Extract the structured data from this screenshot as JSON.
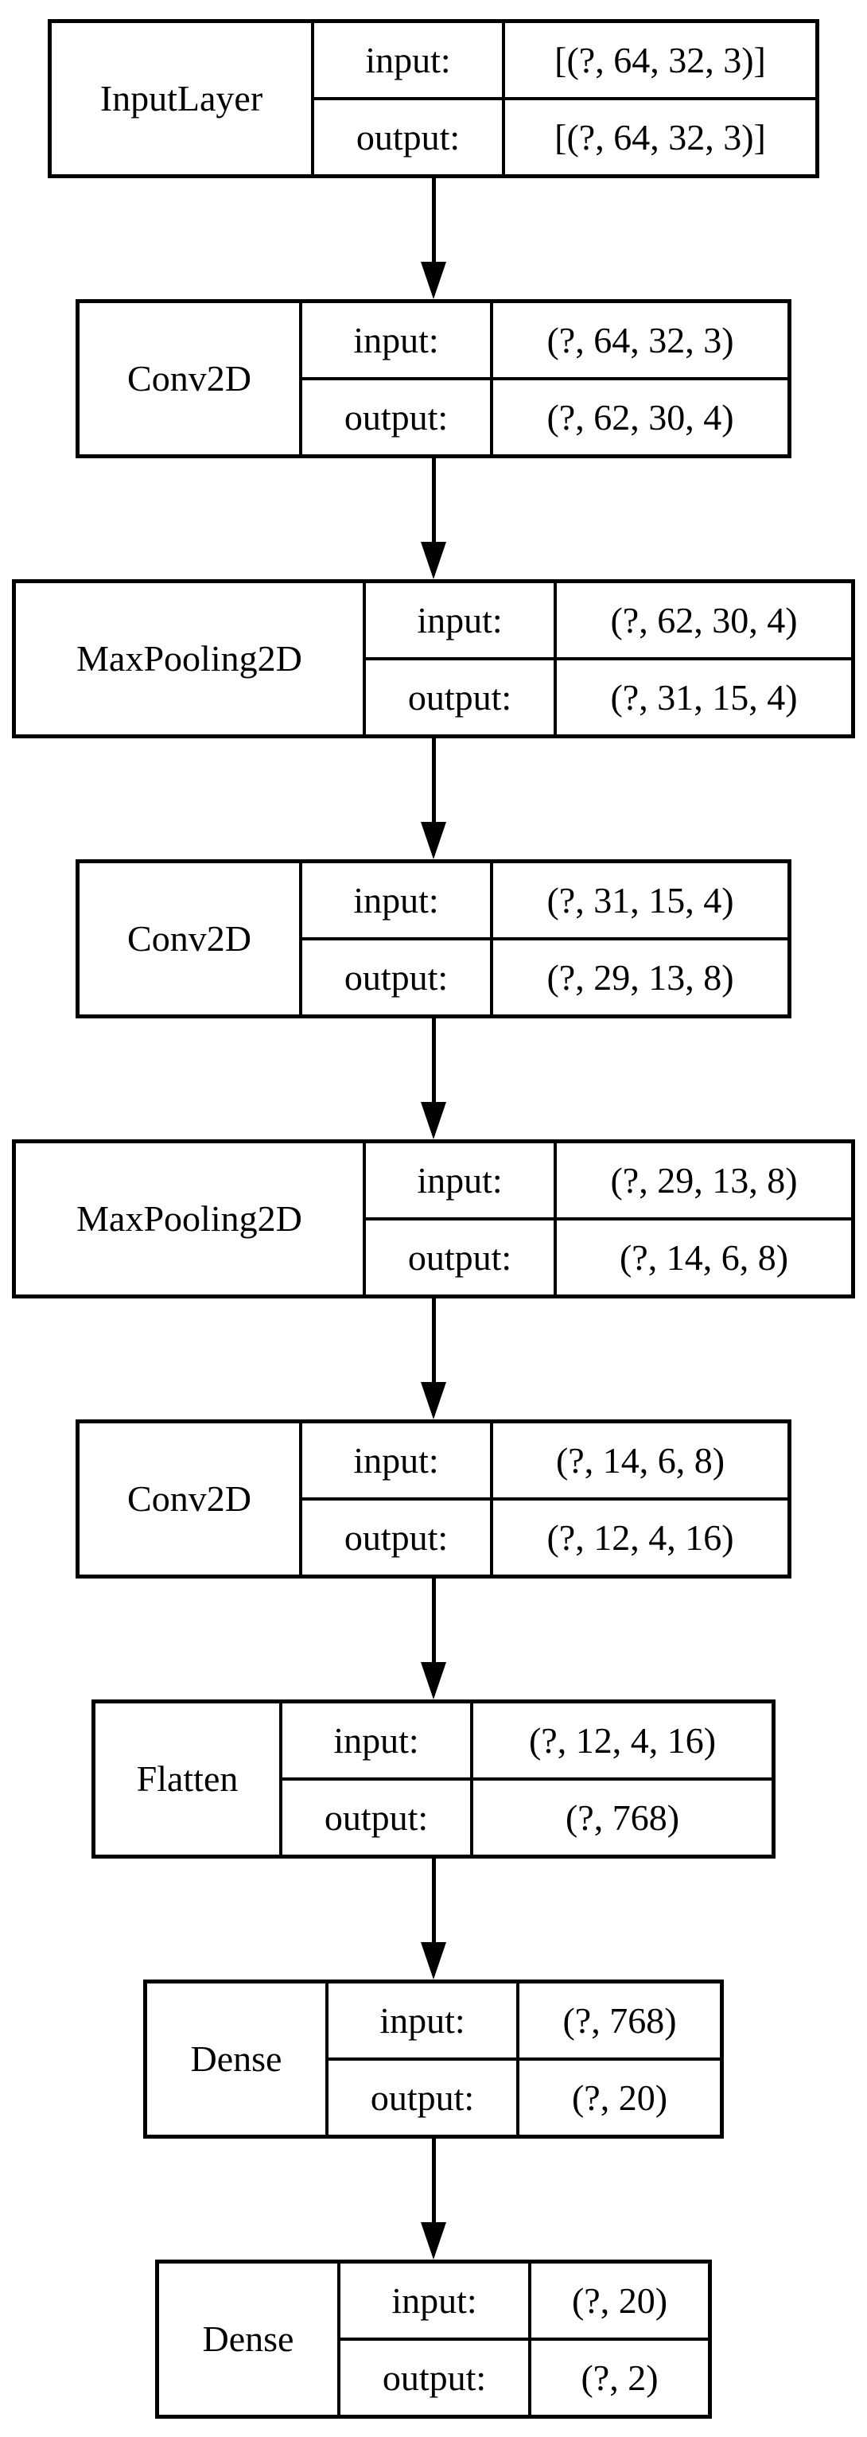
{
  "diagram": {
    "kind": "keras-model-architecture",
    "colors": {
      "border": "#000000",
      "background": "#ffffff",
      "text": "#000000"
    },
    "labels": {
      "input": "input:",
      "output": "output:"
    },
    "nodes": [
      {
        "name": "InputLayer",
        "input_label": "input:",
        "input_shape": "[(?, 64, 32, 3)]",
        "output_label": "output:",
        "output_shape": "[(?, 64, 32, 3)]"
      },
      {
        "name": "Conv2D",
        "input_label": "input:",
        "input_shape": "(?, 64, 32, 3)",
        "output_label": "output:",
        "output_shape": "(?, 62, 30, 4)"
      },
      {
        "name": "MaxPooling2D",
        "input_label": "input:",
        "input_shape": "(?, 62, 30, 4)",
        "output_label": "output:",
        "output_shape": "(?, 31, 15, 4)"
      },
      {
        "name": "Conv2D",
        "input_label": "input:",
        "input_shape": "(?, 31, 15, 4)",
        "output_label": "output:",
        "output_shape": "(?, 29, 13, 8)"
      },
      {
        "name": "MaxPooling2D",
        "input_label": "input:",
        "input_shape": "(?, 29, 13, 8)",
        "output_label": "output:",
        "output_shape": "(?, 14, 6, 8)"
      },
      {
        "name": "Conv2D",
        "input_label": "input:",
        "input_shape": "(?, 14, 6, 8)",
        "output_label": "output:",
        "output_shape": "(?, 12, 4, 16)"
      },
      {
        "name": "Flatten",
        "input_label": "input:",
        "input_shape": "(?, 12, 4, 16)",
        "output_label": "output:",
        "output_shape": "(?, 768)"
      },
      {
        "name": "Dense",
        "input_label": "input:",
        "input_shape": "(?, 768)",
        "output_label": "output:",
        "output_shape": "(?, 20)"
      },
      {
        "name": "Dense",
        "input_label": "input:",
        "input_shape": "(?, 20)",
        "output_label": "output:",
        "output_shape": "(?, 2)"
      }
    ]
  }
}
